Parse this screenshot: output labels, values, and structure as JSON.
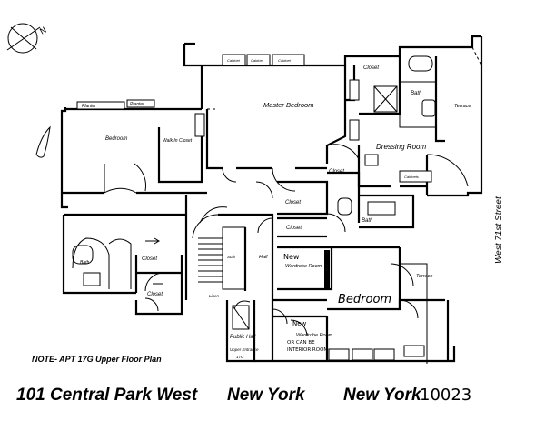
{
  "plan": {
    "rooms": {
      "master_bedroom": "Master Bedroom",
      "bedroom": "Bedroom",
      "walk_in_closet": "Walk In Closet",
      "closet_master": "Closet",
      "bath_master": "Bath",
      "terrace_top": "Terrace",
      "dressing_room": "Dressing Room",
      "closet_center": "Closet",
      "closet_hall": "Closet",
      "closet_small": "Closet",
      "bath_center": "Bath",
      "closet_left": "Closet",
      "closet_lower_left": "Closet",
      "bath_left": "Bath",
      "hall": "Hall",
      "stair": "Stair",
      "wardrobe_room_1": "Wardrobe Room",
      "wardrobe_room_2": "Wardrobe Room",
      "terrace_right": "Terrace",
      "public_hall": "Public Hall",
      "upper_entrance": "Upper Entrance",
      "unit_no": "17G",
      "linen": "Linen"
    },
    "handwritten": {
      "new": "New",
      "bedroom": "Bedroom",
      "new_2": "New",
      "or_can_be": "OR CAN BE",
      "interior_room": "INTERIOR ROOM"
    },
    "street": "West 71st Street",
    "note": "NOTE-  APT 17G  Upper Floor Plan",
    "address": {
      "street": "101 Central Park West",
      "city": "New York",
      "city_state": "New York",
      "zip": "10023"
    },
    "compass": "N"
  }
}
